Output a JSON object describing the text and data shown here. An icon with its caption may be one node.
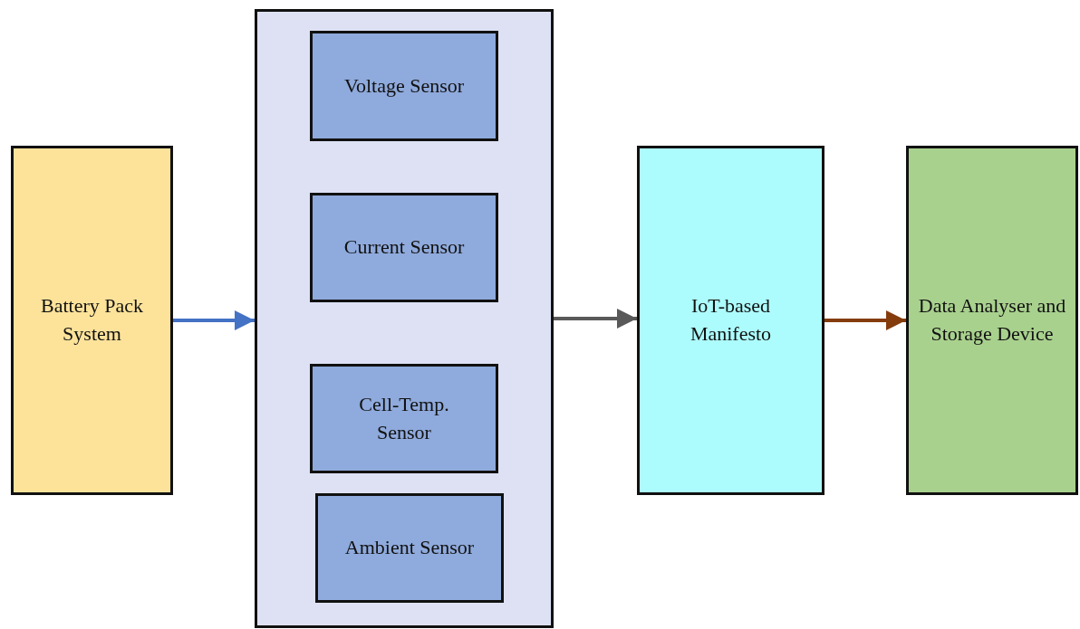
{
  "diagram": {
    "nodes": [
      {
        "text": [
          "Battery Pack System"
        ]
      },
      {
        "text": [],
        "shape": "box"
      },
      {
        "text": [
          "Voltage Sensor"
        ],
        "in": 1
      },
      {
        "text": [
          "Current Sensor"
        ],
        "in": 1
      },
      {
        "text": [
          "Cell-Temp. Sensor"
        ],
        "in": 1
      },
      {
        "text": [
          "Ambient Sensor"
        ],
        "in": 1
      },
      {
        "text": [
          "IoT-based Manifesto"
        ]
      },
      {
        "text": [
          "Data Analyser and Storage Device"
        ]
      }
    ],
    "edges": [
      {
        "from": 0,
        "to": 1,
        "arrow": "to",
        "color": "#4472c4"
      },
      {
        "from": 1,
        "to": 6,
        "arrow": "to",
        "color": "#595959"
      },
      {
        "from": 6,
        "to": 7,
        "arrow": "to",
        "color": "#843c0c"
      }
    ]
  }
}
